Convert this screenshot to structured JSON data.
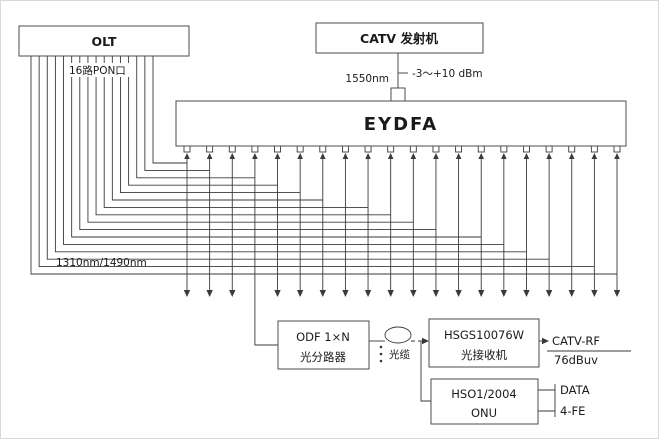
{
  "diagram": {
    "olt": {
      "label": "OLT"
    },
    "pon_ports_label": "16路PON口",
    "catv_tx": {
      "label": "CATV 发射机"
    },
    "wavelength_1550": "1550nm",
    "power_range": "-3～+10 dBm",
    "eydfa": {
      "label": "EYDFA"
    },
    "wavelength_pon": "1310nm/1490nm",
    "odf": {
      "line1": "ODF 1×N",
      "line2": "光分路器"
    },
    "cable_label": "光缆",
    "receiver": {
      "line1": "HSGS10076W",
      "line2": "光接收机"
    },
    "catv_rf": {
      "line1": "CATV-RF",
      "line2": "76dBuv"
    },
    "onu": {
      "line1": "HSO1/2004",
      "line2": "ONU"
    },
    "out1": "DATA",
    "out2": "4-FE",
    "counts": {
      "olt_lines": 16,
      "eydfa_ports": 20
    },
    "colors": {
      "line": "#3a3a3a",
      "box_border": "#4d4d4d",
      "text": "#1a1a1a",
      "bg": "#ffffff"
    }
  }
}
